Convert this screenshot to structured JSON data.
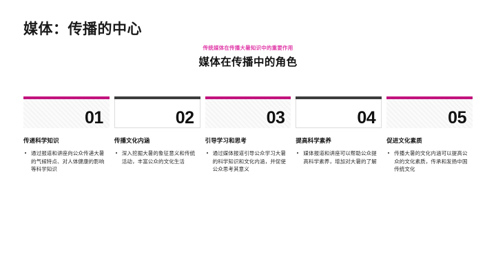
{
  "slide": {
    "title": "媒体：传播的中心",
    "eyebrow": "传统媒体在传播大暑知识中的重要作用",
    "heading": "媒体在传播中的角色"
  },
  "colors": {
    "accent_magenta": "#c2137c",
    "eyebrow_pink": "#e03ca8",
    "dark_bar": "#3d3d3d",
    "text_dark": "#111111",
    "body_text": "#2b2b2b",
    "hatch_light": "#f4f4f4",
    "card_border": "#dcdcdc"
  },
  "cards": [
    {
      "number": "01",
      "style": "accent",
      "title": "传递科学知识",
      "bullet": "通过报道和讲座向公众传递大暑的气候特点、对人体健康的影响等科学知识"
    },
    {
      "number": "02",
      "style": "plain",
      "title": "传播文化内涵",
      "bullet": "深入挖掘大暑的象征意义和传统活动，丰富公众的文化生活"
    },
    {
      "number": "03",
      "style": "accent",
      "title": "引导学习和思考",
      "bullet": "通过媒体报道引导公众学习大暑的科学知识和文化内涵，并促使公众思考其意义"
    },
    {
      "number": "04",
      "style": "plain",
      "title": "提高科学素养",
      "bullet": "媒体报道和讲座可以帮助公众提高科学素养，增加对大暑的了解"
    },
    {
      "number": "05",
      "style": "accent",
      "title": "促进文化素质",
      "bullet": "传播大暑的文化内涵可以提高公众的文化素质，传承和发扬中国传统文化"
    }
  ]
}
